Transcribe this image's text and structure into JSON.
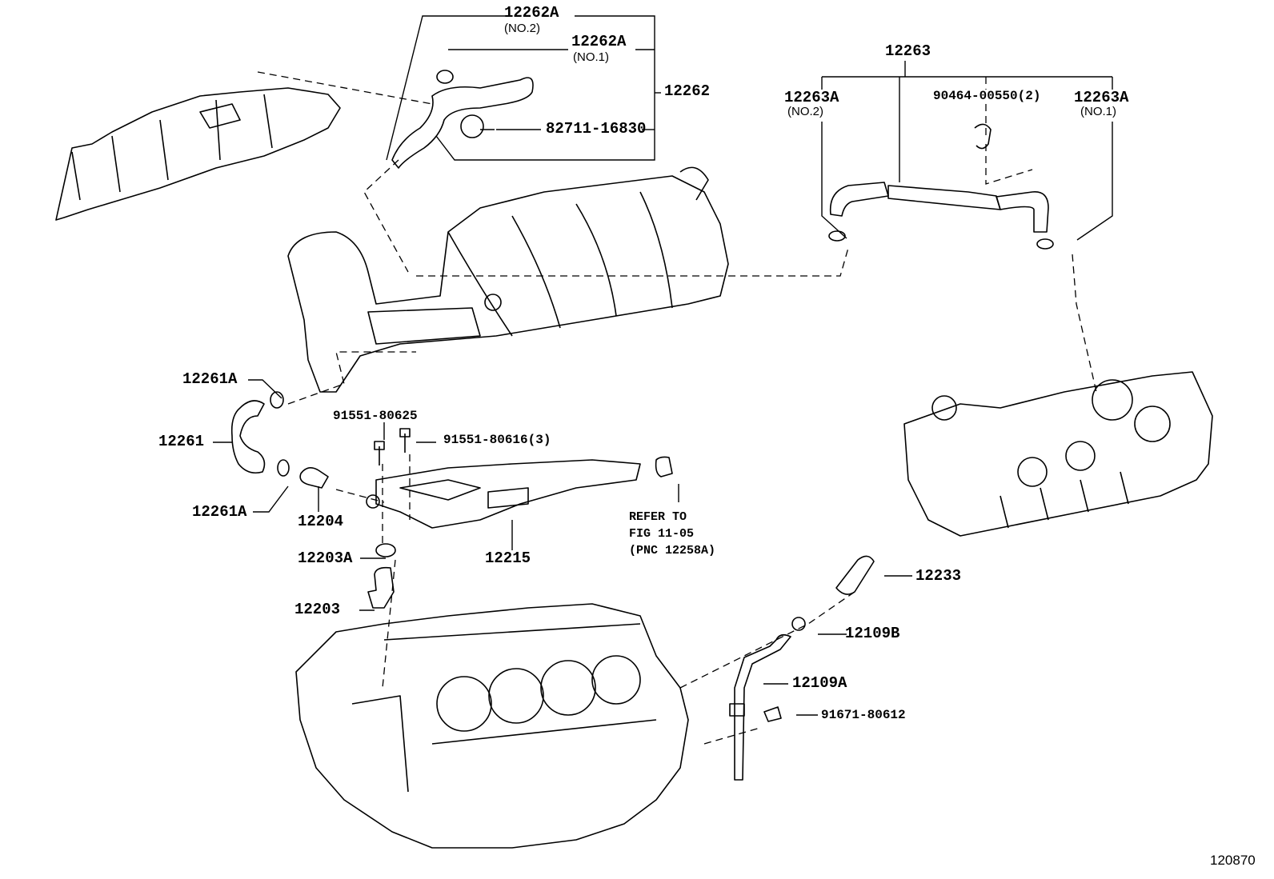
{
  "diagram": {
    "figure_id": "120870",
    "callouts": {
      "p12262A_no2": {
        "part": "12262A",
        "qualifier": "(NO.2)"
      },
      "p12262A_no1": {
        "part": "12262A",
        "qualifier": "(NO.1)"
      },
      "p12262": {
        "part": "12262"
      },
      "p82711": {
        "part": "82711-16830"
      },
      "p12263": {
        "part": "12263"
      },
      "p12263A_no2": {
        "part": "12263A",
        "qualifier": "(NO.2)"
      },
      "p90464": {
        "part": "90464-00550(2)"
      },
      "p12263A_no1": {
        "part": "12263A",
        "qualifier": "(NO.1)"
      },
      "p12261A_top": {
        "part": "12261A"
      },
      "p12261": {
        "part": "12261"
      },
      "p12261A_bottom": {
        "part": "12261A"
      },
      "p91551_80625": {
        "part": "91551-80625"
      },
      "p91551_80616": {
        "part": "91551-80616(3)"
      },
      "p12204": {
        "part": "12204"
      },
      "p12215": {
        "part": "12215"
      },
      "p12203A": {
        "part": "12203A"
      },
      "p12203": {
        "part": "12203"
      },
      "p12233": {
        "part": "12233"
      },
      "p12109B": {
        "part": "12109B"
      },
      "p12109A": {
        "part": "12109A"
      },
      "p91671": {
        "part": "91671-80612"
      }
    },
    "reference_note": {
      "line1": "REFER TO",
      "line2": "FIG 11-05",
      "line3": "(PNC 12258A)"
    }
  }
}
